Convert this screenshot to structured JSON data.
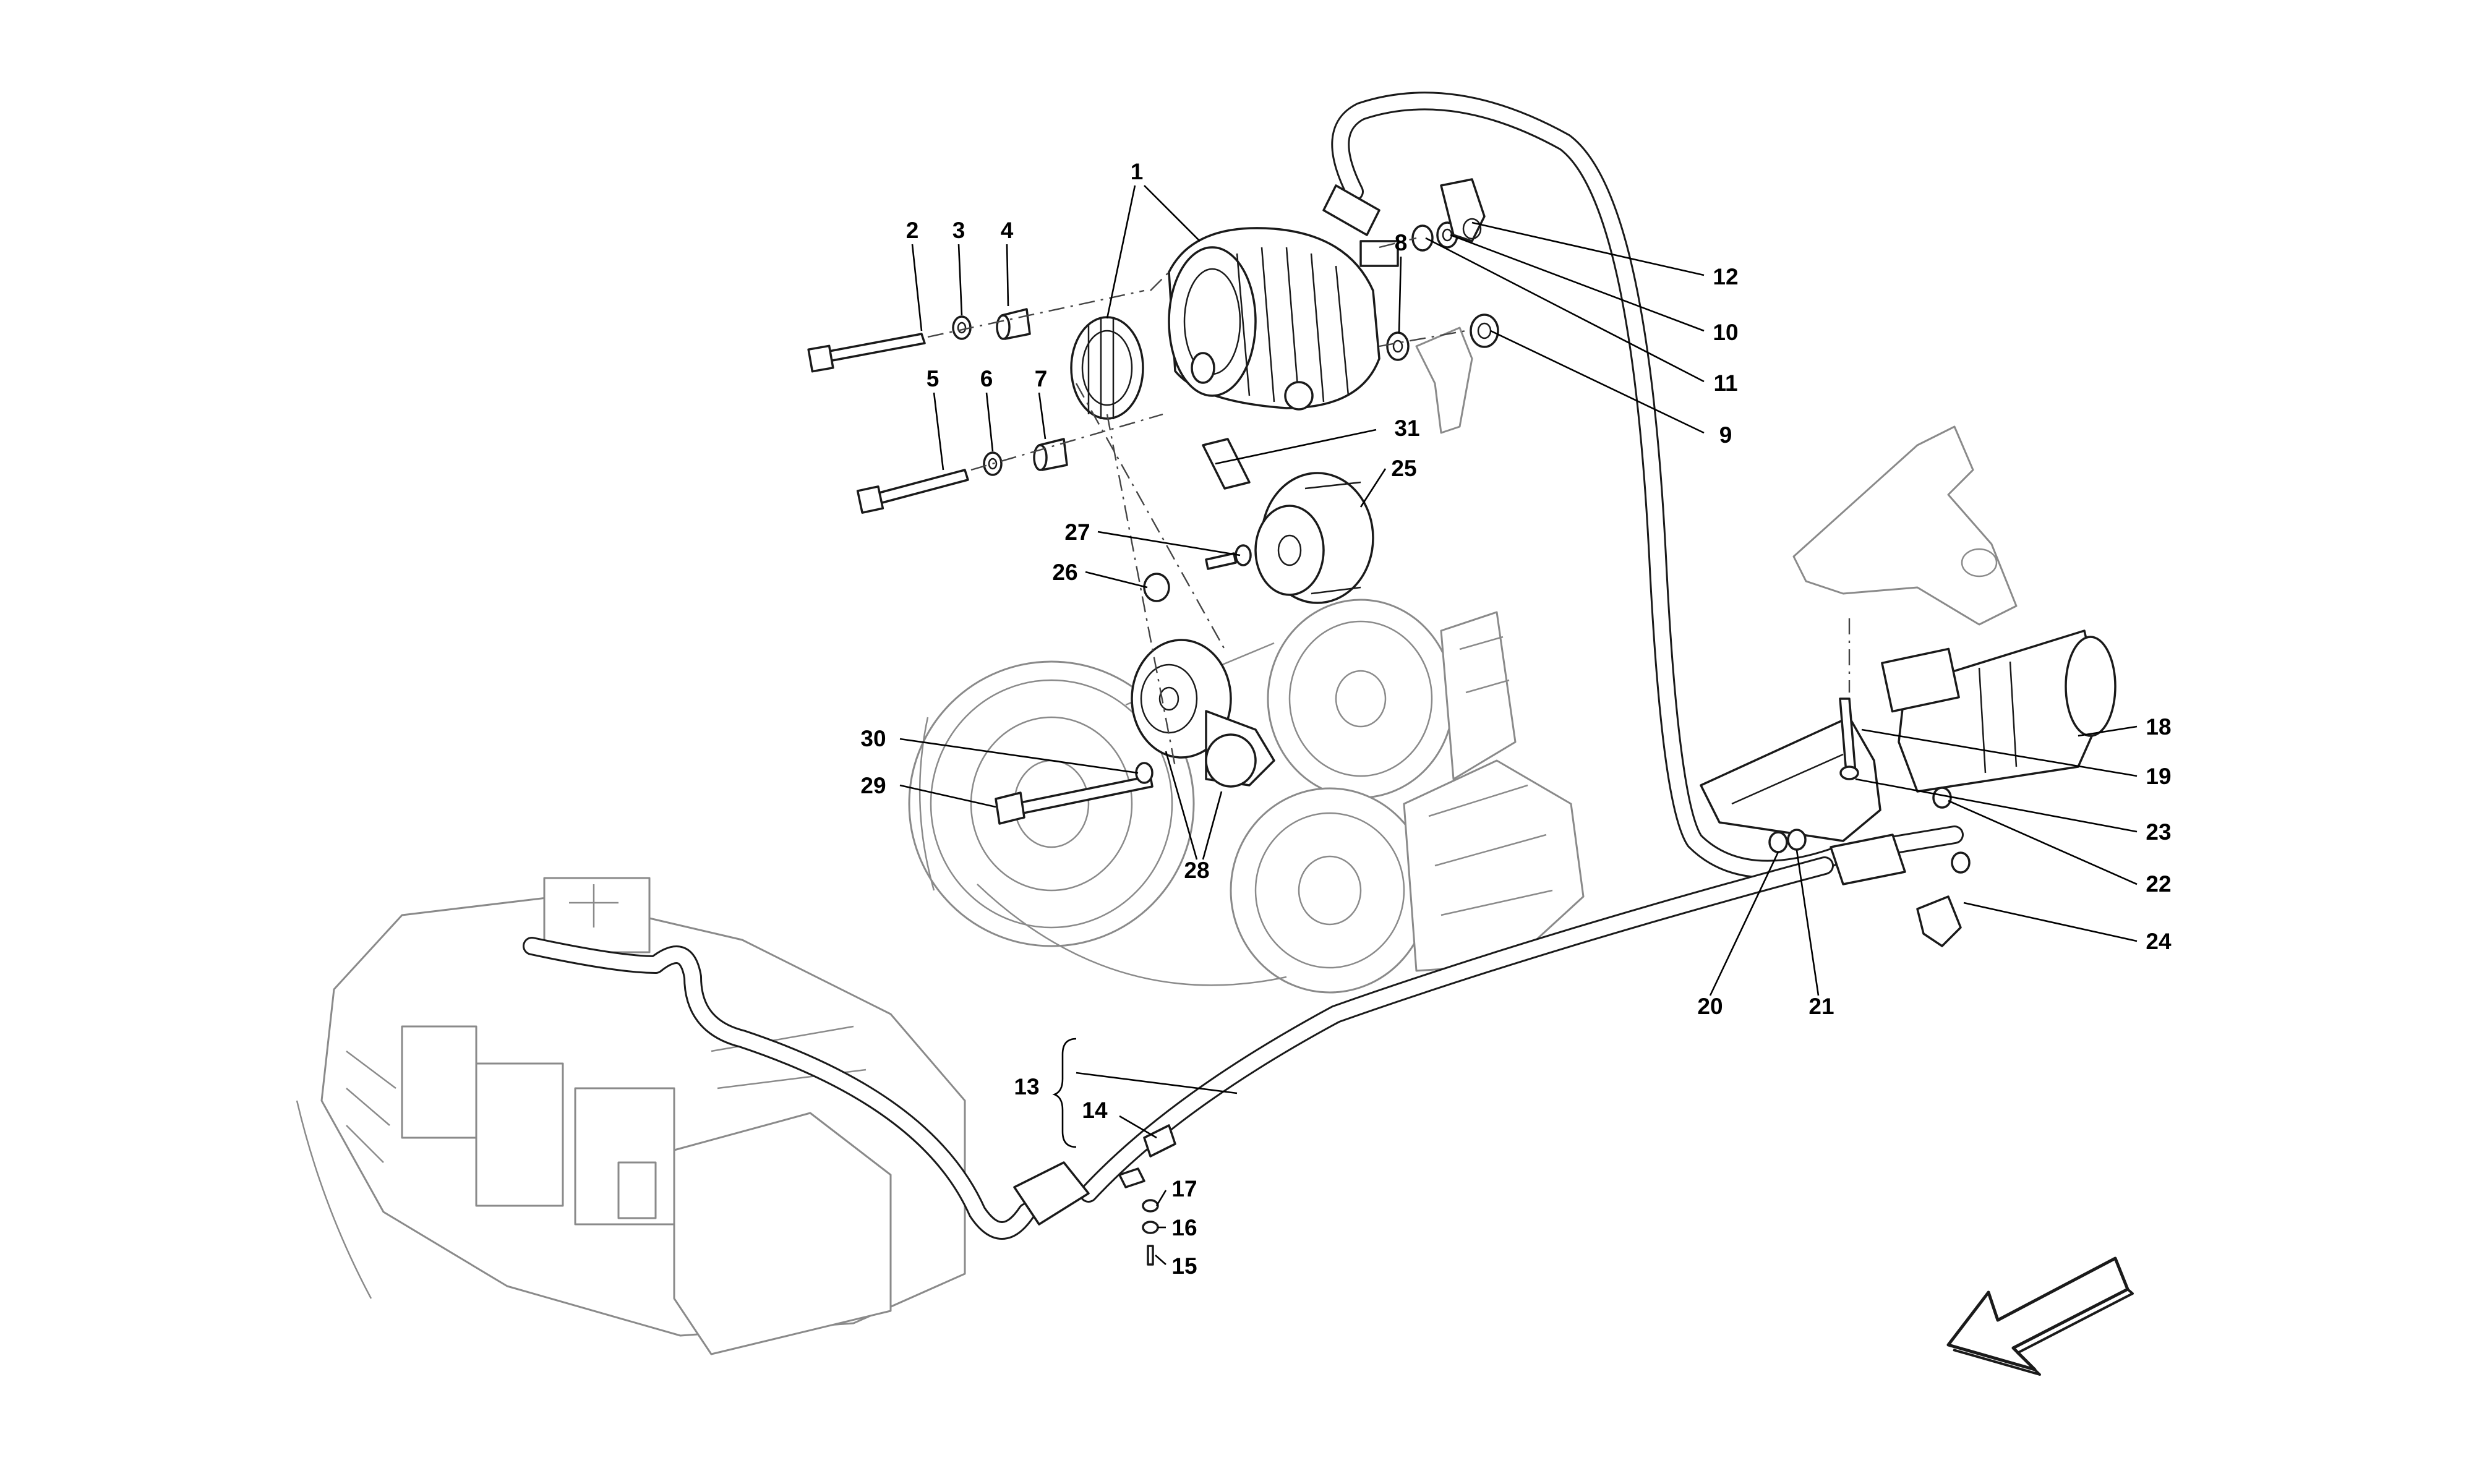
{
  "callouts": [
    "1",
    "2",
    "3",
    "4",
    "5",
    "6",
    "7",
    "8",
    "9",
    "10",
    "11",
    "12",
    "13",
    "14",
    "15",
    "16",
    "17",
    "18",
    "19",
    "20",
    "21",
    "22",
    "23",
    "24",
    "25",
    "26",
    "27",
    "28",
    "29",
    "30",
    "31"
  ],
  "icons": {
    "direction_arrow": "direction-arrow-icon"
  },
  "colors": {
    "line": "#1a1a1a",
    "ghost_line": "#8a8a8a",
    "background": "#ffffff"
  }
}
